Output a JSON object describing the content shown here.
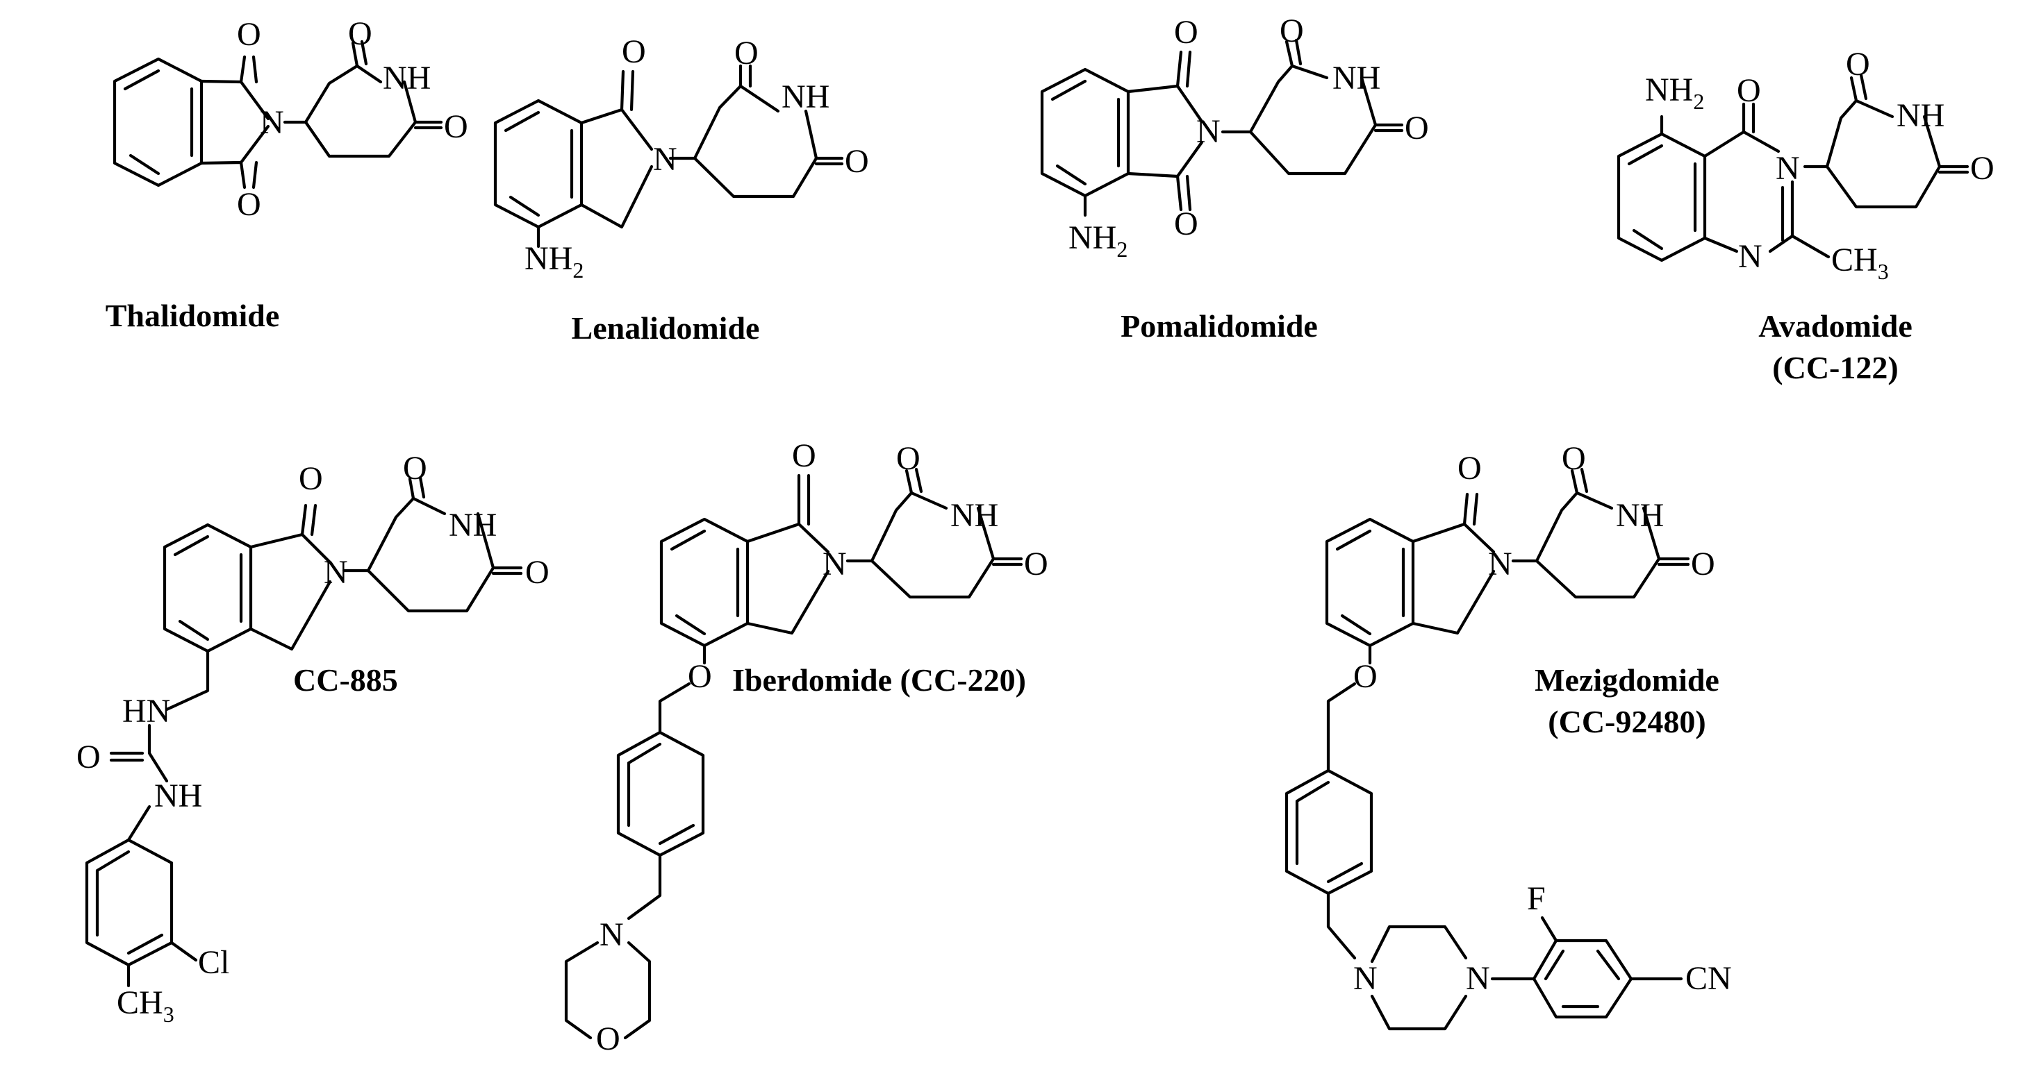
{
  "figure": {
    "compounds": [
      {
        "id": "thalidomide",
        "name": "Thalidomide"
      },
      {
        "id": "lenalidomide",
        "name": "Lenalidomide"
      },
      {
        "id": "pomalidomide",
        "name": "Pomalidomide"
      },
      {
        "id": "avadomide",
        "name": "Avadomide",
        "code": "(CC-122)"
      },
      {
        "id": "cc885",
        "name": "CC-885"
      },
      {
        "id": "iberdomide",
        "name": "Iberdomide (CC-220)"
      },
      {
        "id": "mezigdomide",
        "name": "Mezigdomide",
        "code": "(CC-92480)"
      }
    ],
    "atoms": {
      "O": "O",
      "N": "N",
      "NH": "NH",
      "HN": "HN",
      "NH2": "NH",
      "CH3": "CH",
      "sub2": "2",
      "sub3": "3",
      "Cl": "Cl",
      "F": "F",
      "CN": "CN"
    }
  }
}
